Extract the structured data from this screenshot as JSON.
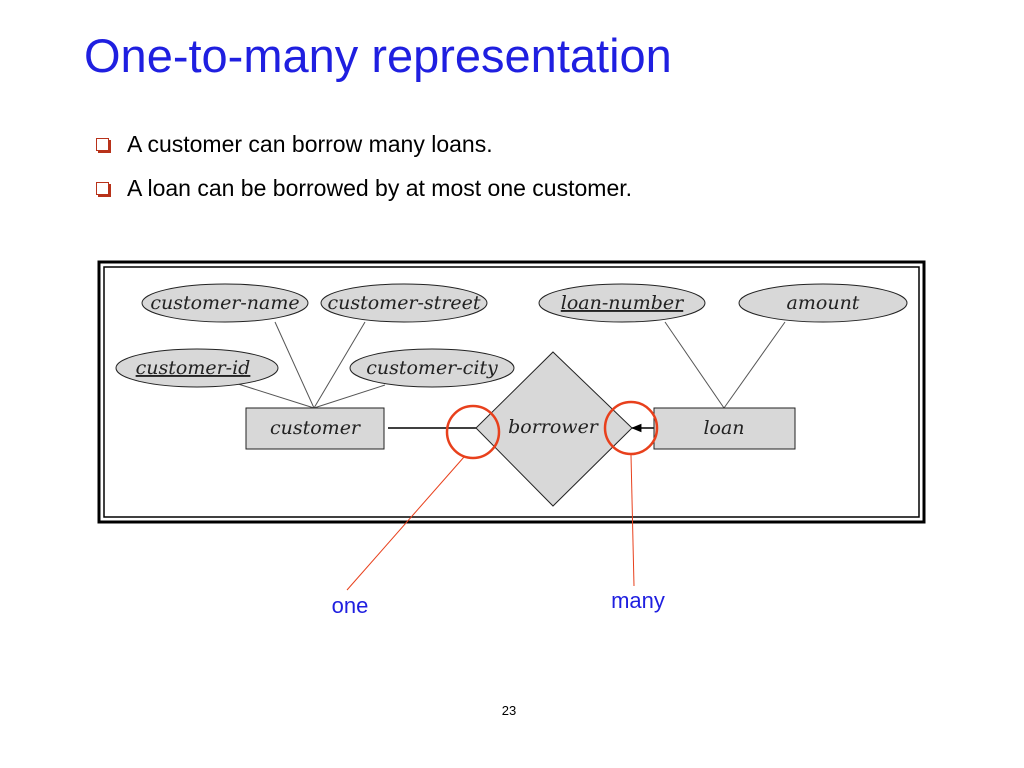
{
  "slide": {
    "title": "One-to-many representation",
    "bullets": [
      "A customer can borrow many loans.",
      "A loan can be borrowed by at most one customer."
    ],
    "page_number": "23"
  },
  "diagram": {
    "entities": [
      "customer",
      "loan"
    ],
    "relationship": "borrower",
    "attributes": {
      "customer_name": "customer-name",
      "customer_street": "customer-street",
      "customer_id": "customer-id",
      "customer_city": "customer-city",
      "loan_number": "loan-number",
      "amount": "amount"
    },
    "annotations": {
      "one": "one",
      "many": "many"
    }
  },
  "colors": {
    "title": "#1f1fe0",
    "bullet_box": "#b8321a",
    "highlight_circle": "#e8401c",
    "shape_fill": "#d8d8d8",
    "annotation_text": "#1f1fe0"
  }
}
